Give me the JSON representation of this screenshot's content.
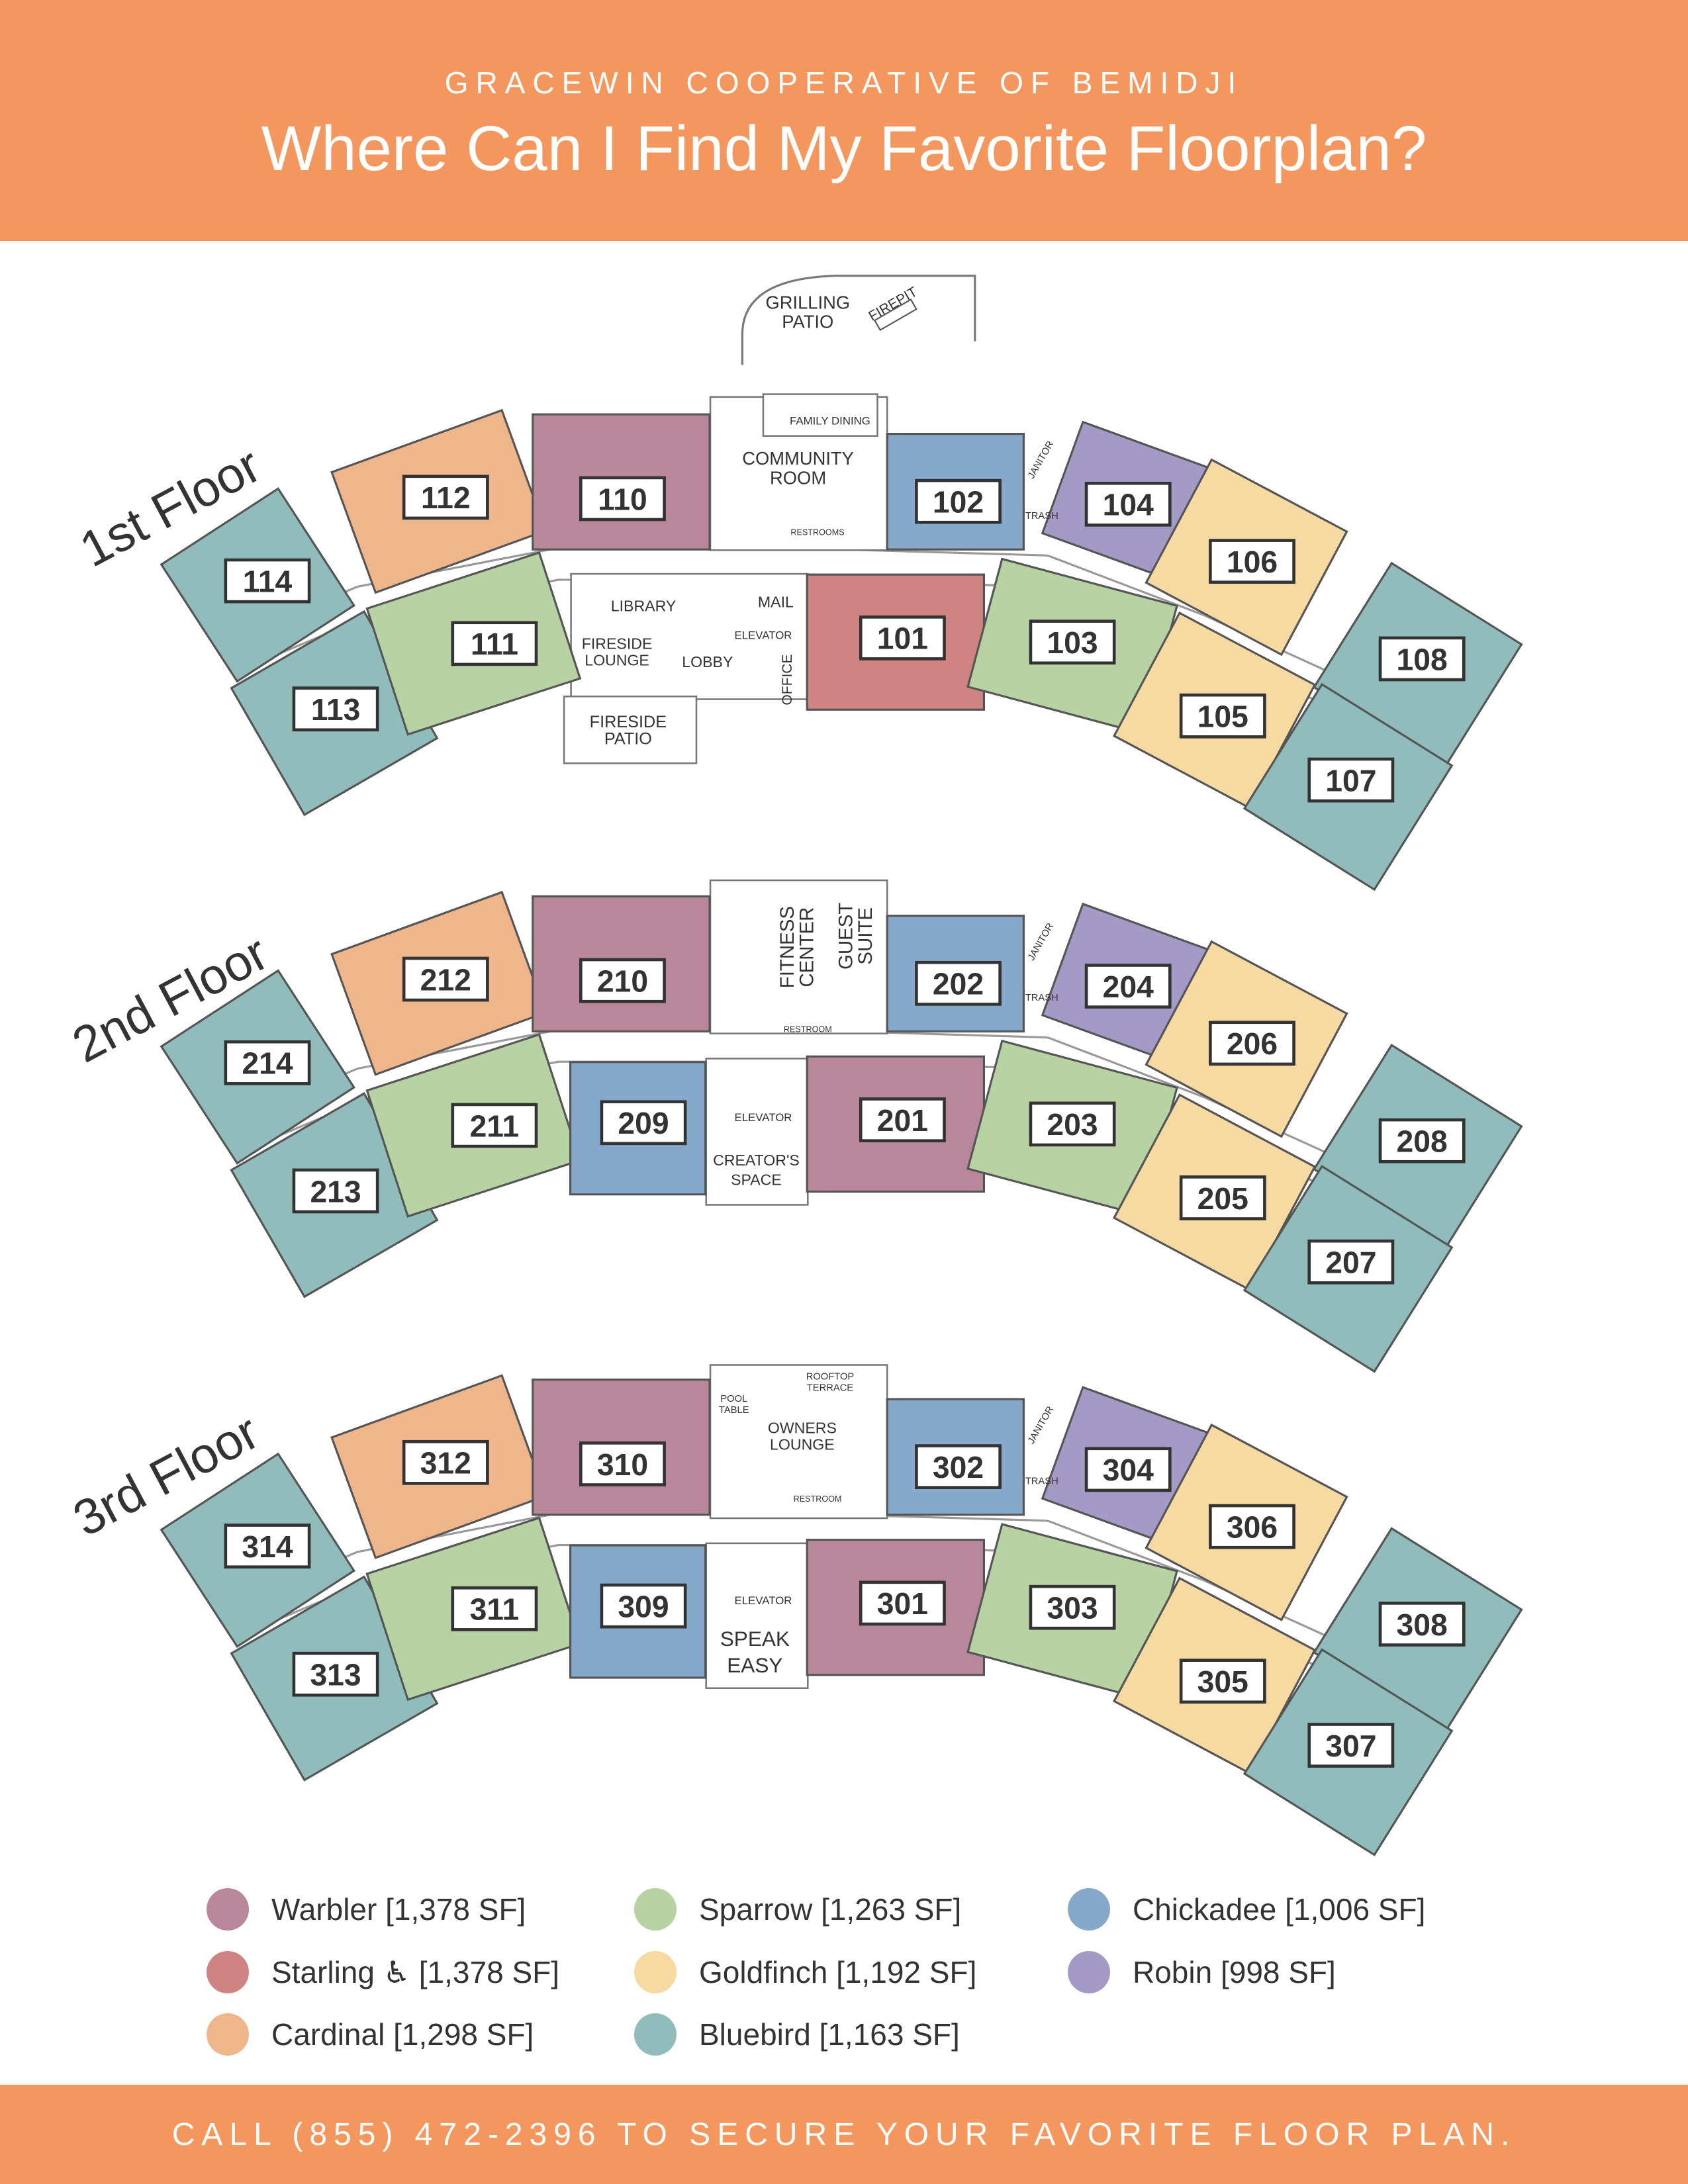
{
  "header": {
    "organization": "GRACEWIN COOPERATIVE OF BEMIDJI",
    "title": "Where Can I Find My Favorite Floorplan?"
  },
  "footer": {
    "call_to_action": "CALL (855) 472-2396 TO SECURE YOUR FAVORITE FLOOR PLAN."
  },
  "plans": {
    "Warbler": {
      "label": "Warbler [1,378 SF]",
      "color": "#B8879A"
    },
    "Starling": {
      "label": "Starling ♿ [1,378 SF]",
      "color": "#D08383"
    },
    "Cardinal": {
      "label": "Cardinal [1,298 SF]",
      "color": "#EFB68C"
    },
    "Sparrow": {
      "label": "Sparrow [1,263 SF]",
      "color": "#B7D2A3"
    },
    "Goldfinch": {
      "label": "Goldfinch [1,192 SF]",
      "color": "#F7D9A2"
    },
    "Bluebird": {
      "label": "Bluebird [1,163 SF]",
      "color": "#90BDBB"
    },
    "Chickadee": {
      "label": "Chickadee [1,006 SF]",
      "color": "#86A9CB"
    },
    "Robin": {
      "label": "Robin [998 SF]",
      "color": "#A49AC6"
    }
  },
  "floors": [
    {
      "label": "1st Floor",
      "units": [
        {
          "number": "112",
          "plan": "Cardinal"
        },
        {
          "number": "110",
          "plan": "Warbler"
        },
        {
          "number": "102",
          "plan": "Chickadee"
        },
        {
          "number": "104",
          "plan": "Robin"
        },
        {
          "number": "106",
          "plan": "Goldfinch"
        },
        {
          "number": "108",
          "plan": "Bluebird"
        },
        {
          "number": "114",
          "plan": "Bluebird"
        },
        {
          "number": "113",
          "plan": "Bluebird"
        },
        {
          "number": "111",
          "plan": "Sparrow"
        },
        {
          "number": "101",
          "plan": "Starling"
        },
        {
          "number": "103",
          "plan": "Sparrow"
        },
        {
          "number": "105",
          "plan": "Goldfinch"
        },
        {
          "number": "107",
          "plan": "Bluebird"
        }
      ],
      "amenities": [
        {
          "id": "grilling_patio",
          "lines": [
            "GRILLING",
            "PATIO"
          ]
        },
        {
          "id": "firepit",
          "lines": [
            "FIREPIT"
          ]
        },
        {
          "id": "family_dining",
          "lines": [
            "FAMILY DINING"
          ]
        },
        {
          "id": "community_room",
          "lines": [
            "COMMUNITY",
            "ROOM"
          ]
        },
        {
          "id": "restrooms",
          "lines": [
            "RESTROOMS"
          ]
        },
        {
          "id": "janitor",
          "lines": [
            "JANITOR"
          ]
        },
        {
          "id": "trash",
          "lines": [
            "TRASH"
          ]
        },
        {
          "id": "library",
          "lines": [
            "LIBRARY"
          ]
        },
        {
          "id": "mail",
          "lines": [
            "MAIL"
          ]
        },
        {
          "id": "elevator1",
          "lines": [
            "ELEVATOR"
          ]
        },
        {
          "id": "fireside_lounge",
          "lines": [
            "FIRESIDE",
            "LOUNGE"
          ]
        },
        {
          "id": "lobby",
          "lines": [
            "LOBBY"
          ]
        },
        {
          "id": "office",
          "lines": [
            "OFFICE"
          ]
        },
        {
          "id": "fireside_patio",
          "lines": [
            "FIRESIDE",
            "PATIO"
          ]
        }
      ]
    },
    {
      "label": "2nd Floor",
      "units": [
        {
          "number": "212",
          "plan": "Cardinal"
        },
        {
          "number": "210",
          "plan": "Warbler"
        },
        {
          "number": "202",
          "plan": "Chickadee"
        },
        {
          "number": "204",
          "plan": "Robin"
        },
        {
          "number": "206",
          "plan": "Goldfinch"
        },
        {
          "number": "208",
          "plan": "Bluebird"
        },
        {
          "number": "214",
          "plan": "Bluebird"
        },
        {
          "number": "213",
          "plan": "Bluebird"
        },
        {
          "number": "211",
          "plan": "Sparrow"
        },
        {
          "number": "209",
          "plan": "Chickadee"
        },
        {
          "number": "201",
          "plan": "Warbler"
        },
        {
          "number": "203",
          "plan": "Sparrow"
        },
        {
          "number": "205",
          "plan": "Goldfinch"
        },
        {
          "number": "207",
          "plan": "Bluebird"
        }
      ],
      "amenities": [
        {
          "id": "fitness_center",
          "lines": [
            "FITNESS",
            "CENTER"
          ]
        },
        {
          "id": "guest_suite",
          "lines": [
            "GUEST",
            "SUITE"
          ]
        },
        {
          "id": "restroom2",
          "lines": [
            "RESTROOM"
          ]
        },
        {
          "id": "janitor",
          "lines": [
            "JANITOR"
          ]
        },
        {
          "id": "trash",
          "lines": [
            "TRASH"
          ]
        },
        {
          "id": "elevator",
          "lines": [
            "ELEVATOR"
          ]
        },
        {
          "id": "creators_space",
          "lines": [
            "CREATOR'S",
            "SPACE"
          ]
        }
      ]
    },
    {
      "label": "3rd Floor",
      "units": [
        {
          "number": "312",
          "plan": "Cardinal"
        },
        {
          "number": "310",
          "plan": "Warbler"
        },
        {
          "number": "302",
          "plan": "Chickadee"
        },
        {
          "number": "304",
          "plan": "Robin"
        },
        {
          "number": "306",
          "plan": "Goldfinch"
        },
        {
          "number": "308",
          "plan": "Bluebird"
        },
        {
          "number": "314",
          "plan": "Bluebird"
        },
        {
          "number": "313",
          "plan": "Bluebird"
        },
        {
          "number": "311",
          "plan": "Sparrow"
        },
        {
          "number": "309",
          "plan": "Chickadee"
        },
        {
          "number": "301",
          "plan": "Warbler"
        },
        {
          "number": "303",
          "plan": "Sparrow"
        },
        {
          "number": "305",
          "plan": "Goldfinch"
        },
        {
          "number": "307",
          "plan": "Bluebird"
        }
      ],
      "amenities": [
        {
          "id": "pool_table",
          "lines": [
            "POOL",
            "TABLE"
          ]
        },
        {
          "id": "rooftop_terrace",
          "lines": [
            "ROOFTOP",
            "TERRACE"
          ]
        },
        {
          "id": "owners_lounge",
          "lines": [
            "OWNERS",
            "LOUNGE"
          ]
        },
        {
          "id": "restroom3",
          "lines": [
            "RESTROOM"
          ]
        },
        {
          "id": "janitor",
          "lines": [
            "JANITOR"
          ]
        },
        {
          "id": "trash",
          "lines": [
            "TRASH"
          ]
        },
        {
          "id": "elevator",
          "lines": [
            "ELEVATOR"
          ]
        },
        {
          "id": "speak_easy",
          "lines": [
            "SPEAK",
            "EASY"
          ]
        }
      ]
    }
  ],
  "legend_order": [
    "Warbler",
    "Starling",
    "Cardinal",
    "Sparrow",
    "Goldfinch",
    "Bluebird",
    "Chickadee",
    "Robin"
  ]
}
